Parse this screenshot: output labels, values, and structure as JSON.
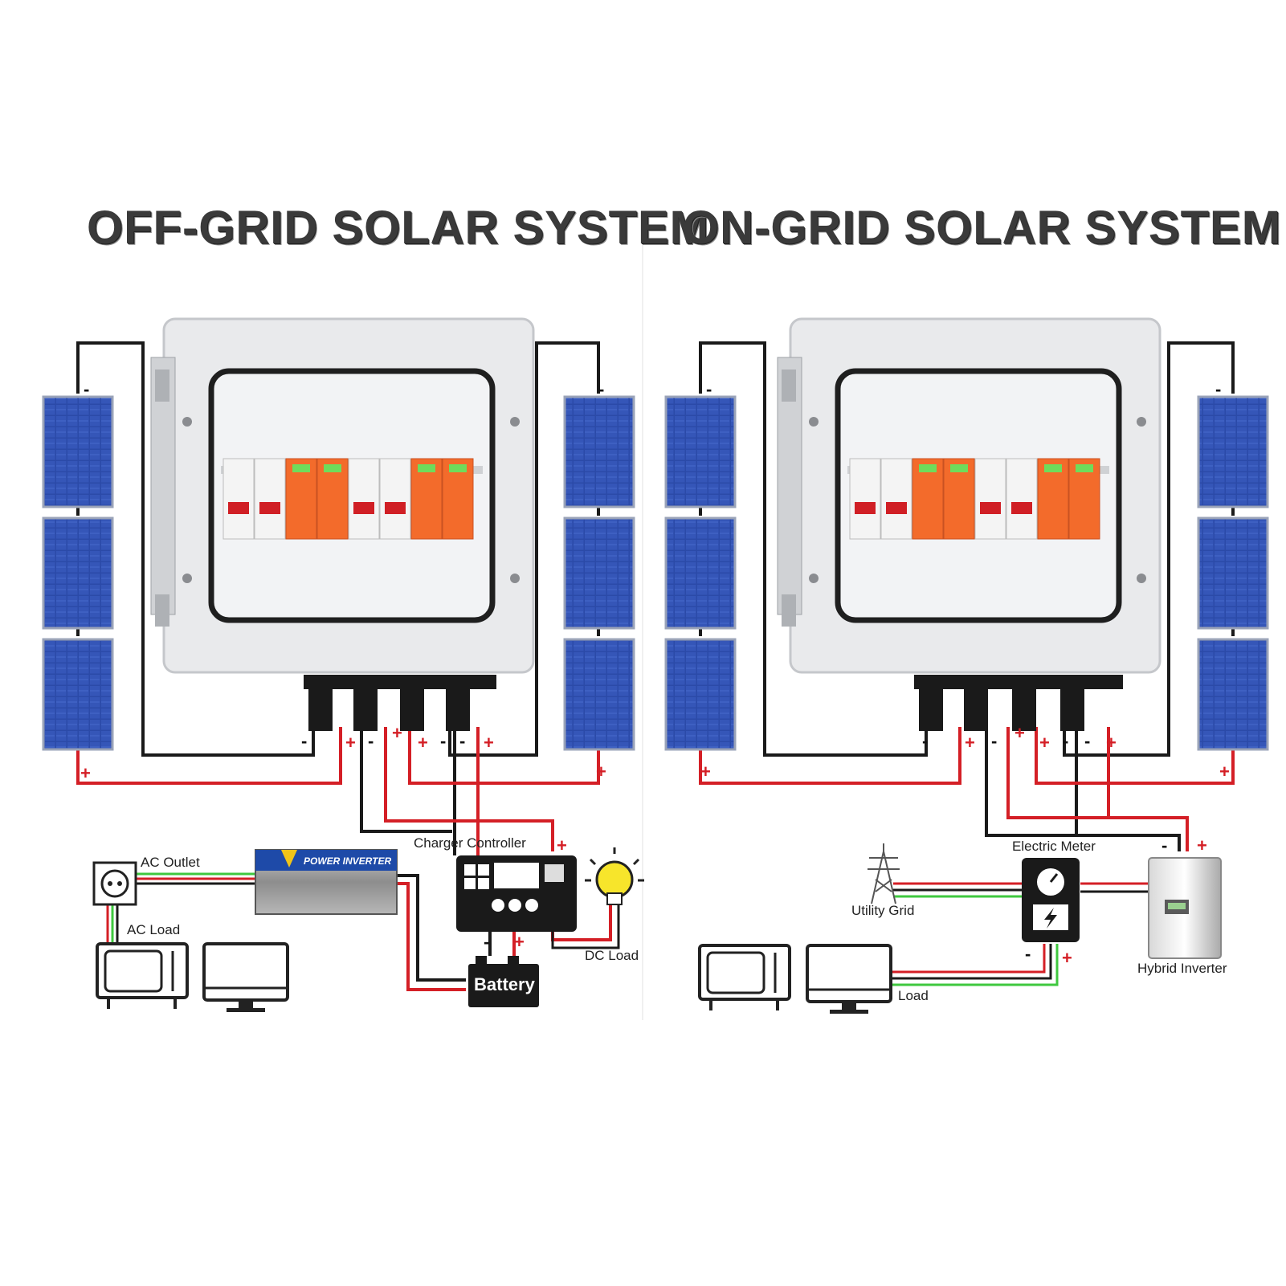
{
  "titles": {
    "off_grid": "OFF-GRID SOLAR SYSTEM",
    "on_grid": "ON-GRID SOLAR SYSTEM"
  },
  "off_grid": {
    "charger_controller": "Charger Controller",
    "ac_outlet": "AC Outlet",
    "ac_load": "AC Load",
    "power_inverter": "POWER INVERTER",
    "battery": "Battery",
    "dc_load": "DC Load"
  },
  "on_grid": {
    "electric_meter": "Electric Meter",
    "utility_grid": "Utility Grid",
    "hybrid_inverter": "Hybrid Inverter",
    "load": "Load"
  },
  "polarity": {
    "plus": "+",
    "minus": "-"
  },
  "colors": {
    "positive_wire": "#d41f26",
    "negative_wire": "#1a1a1a",
    "ac_green": "#3fc83f",
    "panel_blue": "#2b4aa8",
    "breaker_orange": "#f36b2b"
  }
}
